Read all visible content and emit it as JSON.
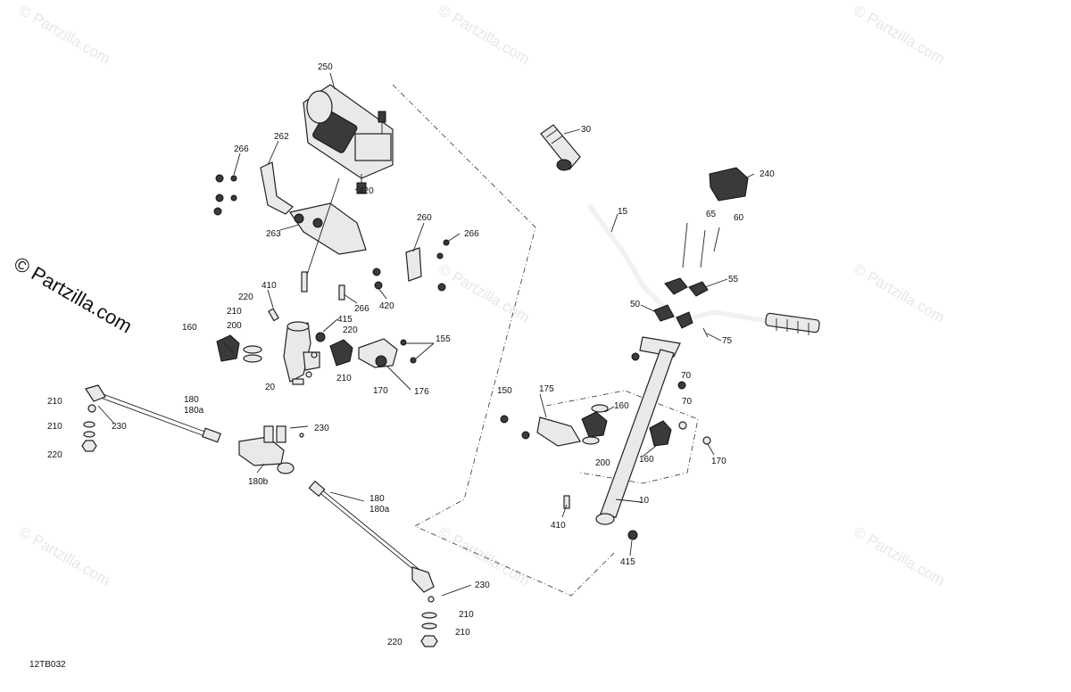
{
  "watermarks": [
    "© Partzilla.com"
  ],
  "watermark_main": "© Partzilla.com",
  "drawing_code": "12TB032",
  "callouts": {
    "c250": "250",
    "c266a": "266",
    "c262": "262",
    "c420a": "420",
    "c263": "263",
    "c260": "260",
    "c266b": "266",
    "c266c": "266",
    "c420b": "420",
    "c410a": "410",
    "c220a": "220",
    "c210a": "210",
    "c415a": "415",
    "c220b": "220",
    "c160a": "160",
    "c200a": "200",
    "c155": "155",
    "c210b": "210",
    "c20": "20",
    "c170a": "170",
    "c176": "176",
    "c210c": "210",
    "c230a": "230",
    "c210d": "210",
    "c220c": "220",
    "c180a": "180",
    "c180aa": "180a",
    "c230b": "230",
    "c180b": "180b",
    "c180c": "180",
    "c180ab": "180a",
    "c230c": "230",
    "c210e": "210",
    "c210f": "210",
    "c220d": "220",
    "c30": "30",
    "c240": "240",
    "c15": "15",
    "c65": "65",
    "c60": "60",
    "c55": "55",
    "c50": "50",
    "c75": "75",
    "c70a": "70",
    "c70b": "70",
    "c150": "150",
    "c175": "175",
    "c160b": "160",
    "c200b": "200",
    "c160c": "160",
    "c170b": "170",
    "c10": "10",
    "c410b": "410",
    "c415b": "415"
  }
}
